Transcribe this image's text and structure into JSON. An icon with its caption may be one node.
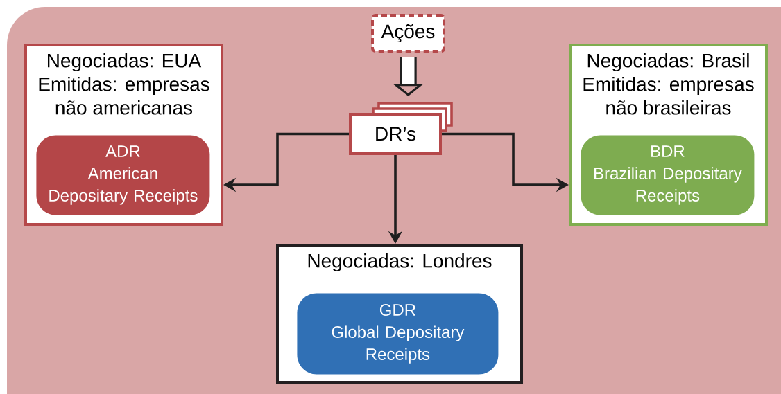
{
  "diagram": {
    "nodes": [
      {
        "text": [
          "Ações"
        ]
      },
      {
        "text": [
          "DR’s"
        ]
      },
      {
        "text": [
          "Negociadas: EUA",
          "Emitidas: empresas não americanas"
        ]
      },
      {
        "text": [
          "ADR",
          "American Depositary Receipts"
        ],
        "in": 2
      },
      {
        "text": [
          "Negociadas: Brasil",
          "Emitidas: empresas não brasileiras"
        ]
      },
      {
        "text": [
          "BDR",
          "Brazilian Depositary Receipts"
        ],
        "in": 4
      },
      {
        "text": [
          "Negociadas: Londres"
        ]
      },
      {
        "text": [
          "GDR",
          "Global Depositary Receipts"
        ],
        "in": 6
      }
    ],
    "edges": [
      {
        "from": 0,
        "to": 1,
        "arrow": "to",
        "style": "thick"
      },
      {
        "from": 1,
        "to": 2,
        "arrow": "to"
      },
      {
        "from": 1,
        "to": 4,
        "arrow": "to"
      },
      {
        "from": 1,
        "to": 6,
        "arrow": "to"
      }
    ]
  }
}
